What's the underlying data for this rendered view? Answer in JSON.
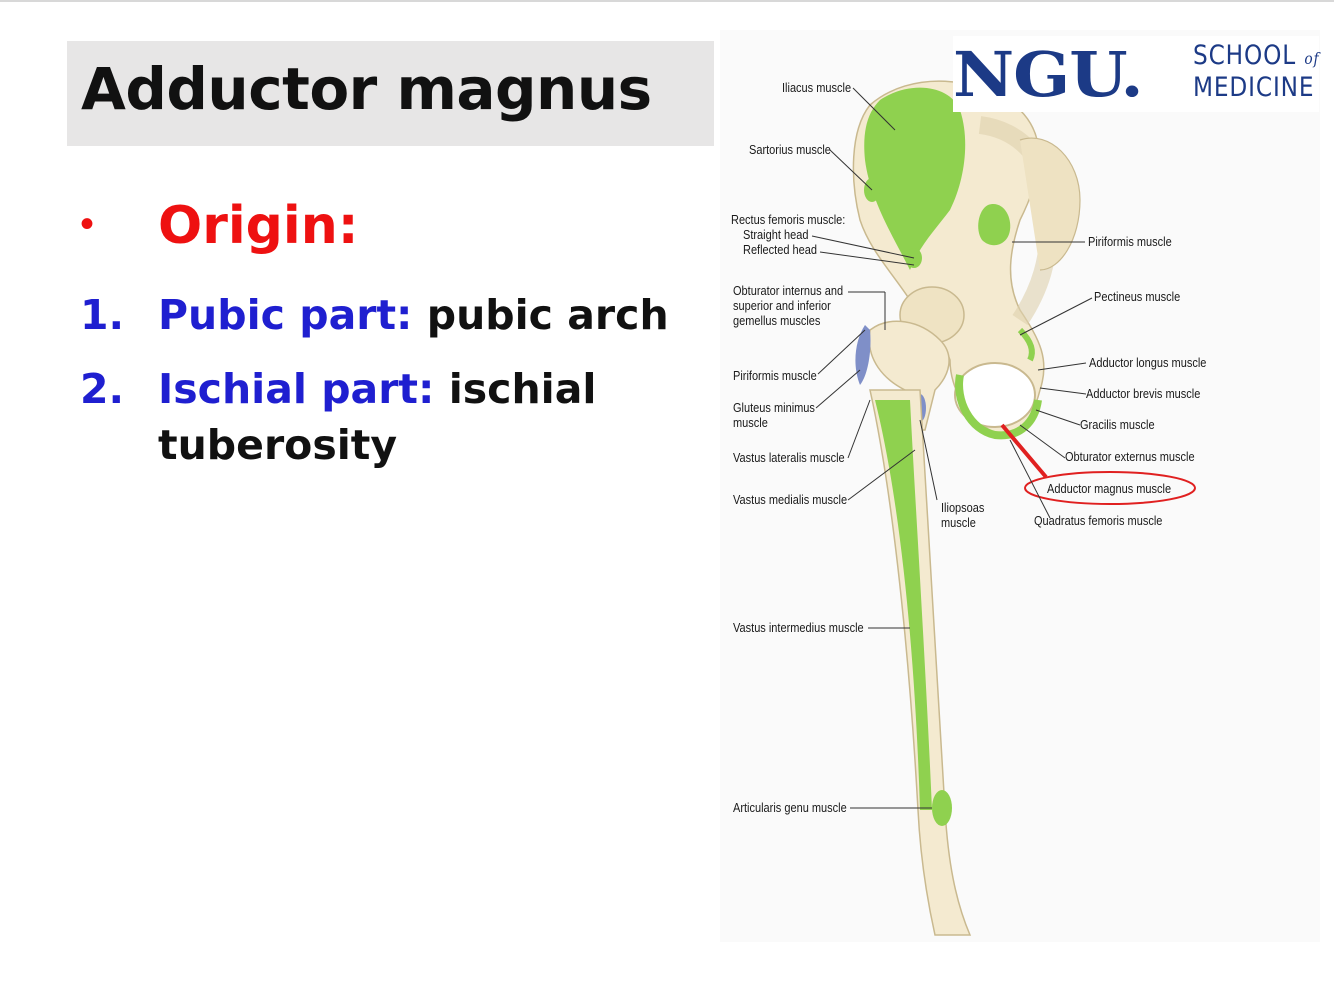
{
  "slide": {
    "title": "Adductor magnus",
    "bullet": "•",
    "origin_heading": "Origin:",
    "items": [
      {
        "num": "1.",
        "label": "Pubic part:",
        "text": "pubic arch"
      },
      {
        "num": "2.",
        "label": "Ischial part:",
        "text": "ischial",
        "text_line2": "tuberosity"
      }
    ]
  },
  "logo": {
    "name": "NGU.",
    "school": "SCHOOL",
    "of": "of",
    "medicine": "MEDICINE"
  },
  "figure": {
    "labels": {
      "iliacus": "Iliacus muscle",
      "sartorius": "Sartorius muscle",
      "rectus": "Rectus femoris muscle:",
      "straight": "Straight head",
      "reflected": "Reflected head",
      "obturator_internus_1": "Obturator internus and",
      "obturator_internus_2": "superior and inferior",
      "obturator_internus_3": "gemellus muscles",
      "piriformis_left": "Piriformis muscle",
      "gluteus_1": "Gluteus minimus",
      "gluteus_2": "muscle",
      "vastus_lateralis": "Vastus lateralis muscle",
      "vastus_medialis": "Vastus medialis muscle",
      "iliopsoas_1": "Iliopsoas",
      "iliopsoas_2": "muscle",
      "vastus_intermedius": "Vastus intermedius muscle",
      "articularis": "Articularis genu muscle",
      "piriformis_right": "Piriformis muscle",
      "pectineus": "Pectineus muscle",
      "adductor_longus": "Adductor longus muscle",
      "adductor_brevis": "Adductor brevis muscle",
      "gracilis": "Gracilis muscle",
      "obturator_externus": "Obturator externus muscle",
      "adductor_magnus": "Adductor magnus muscle",
      "quadratus": "Quadratus femoris muscle"
    },
    "colors": {
      "bone": "#f4ead0",
      "bone_shadow": "#e2d2a8",
      "muscle_attachment": "#8fd14f",
      "insertion": "#7f8fc8",
      "highlight": "#e02020"
    }
  }
}
